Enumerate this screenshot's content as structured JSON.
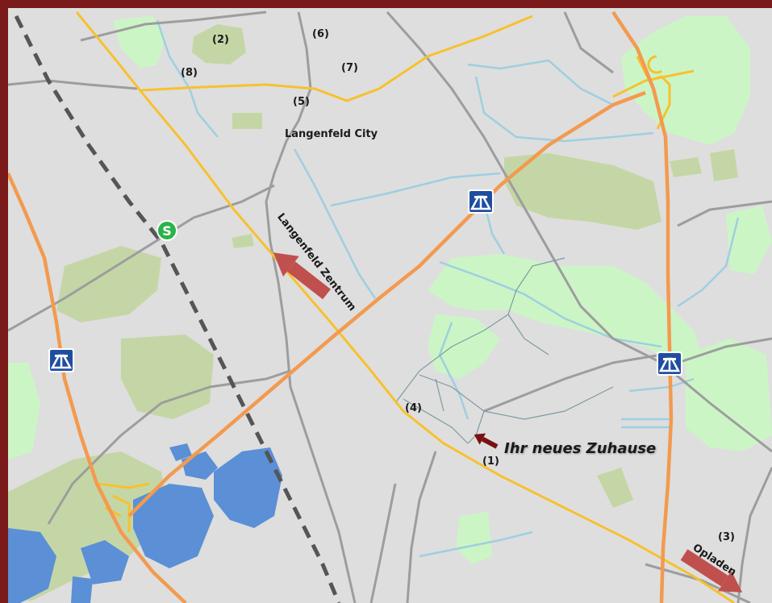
{
  "map": {
    "colors": {
      "background": "#dedede",
      "frame": "#7a1a1a",
      "green_light": "#ccf5c6",
      "green_olive": "#c5d6a6",
      "water": "#5b8fd6",
      "stream": "#9ecfe0",
      "road_major": "#f39a4f",
      "road_yellow": "#f7c12e",
      "road_grey": "#9d9d9d",
      "railway": "#555555",
      "arrow": "#c0504d",
      "pointer": "#7a1010",
      "motorway_sign": "#1f4ea1",
      "sbahn_sign": "#2bb34a"
    },
    "labels": {
      "city": "Langenfeld City",
      "zentrum": "Langenfeld Zentrum",
      "home": "Ihr neues Zuhause",
      "opladen": "Opladen"
    },
    "markers": {
      "m1": "(1)",
      "m2": "(2)",
      "m3": "(3)",
      "m4": "(4)",
      "m5": "(5)",
      "m6": "(6)",
      "m7": "(7)",
      "m8": "(8)"
    },
    "icons": {
      "motorway": "motorway-sign-icon",
      "sbahn": "s-bahn-station-icon",
      "sbahn_letter": "S"
    }
  }
}
